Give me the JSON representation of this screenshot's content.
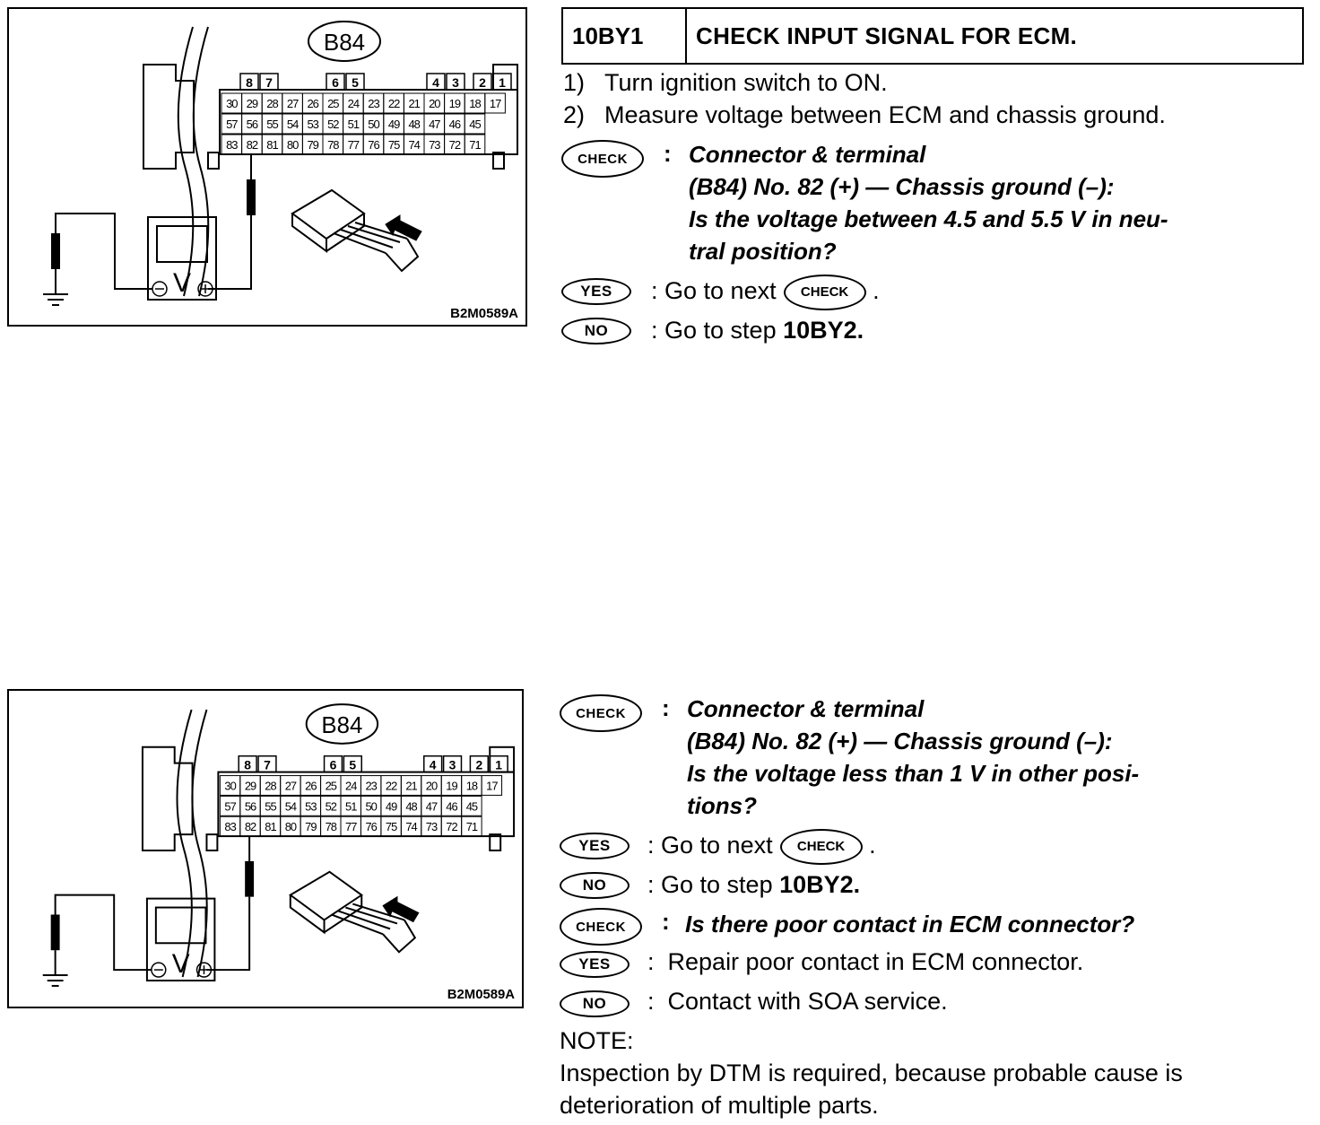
{
  "step": {
    "id": "10BY1",
    "title": "CHECK INPUT SIGNAL FOR ECM."
  },
  "instructions": [
    {
      "num": "1)",
      "text": "Turn ignition switch to ON."
    },
    {
      "num": "2)",
      "text": "Measure voltage between ECM and chassis ground."
    }
  ],
  "figure": {
    "connector_label": "B84",
    "code": "B2M0589A",
    "top_row": [
      "8",
      "7",
      "6",
      "5",
      "4",
      "3",
      "2",
      "1"
    ],
    "row1": [
      "30",
      "29",
      "28",
      "27",
      "26",
      "25",
      "24",
      "23",
      "22",
      "21",
      "20",
      "19",
      "18",
      "17"
    ],
    "row2": [
      "57",
      "56",
      "55",
      "54",
      "53",
      "52",
      "51",
      "50",
      "49",
      "48",
      "47",
      "46",
      "45"
    ],
    "row3": [
      "83",
      "82",
      "81",
      "80",
      "79",
      "78",
      "77",
      "76",
      "75",
      "74",
      "73",
      "72",
      "71"
    ],
    "meter_symbol": "V"
  },
  "badges": {
    "check": "CHECK",
    "yes": "YES",
    "no": "NO"
  },
  "check1": {
    "line1": "Connector & terminal",
    "line2": "(B84) No. 82 (+) — Chassis ground (–):",
    "line3": "Is the voltage between 4.5 and 5.5 V in neu-",
    "line4": "tral position?",
    "yes": "Go to next",
    "no_prefix": "Go to step",
    "no_step": "10BY2."
  },
  "check2": {
    "line1": "Connector & terminal",
    "line2": "(B84) No. 82 (+) — Chassis ground (–):",
    "line3": "Is the voltage less than 1 V in other posi-",
    "line4": "tions?",
    "yes": "Go to next",
    "no_prefix": "Go to step",
    "no_step": "10BY2."
  },
  "check3": {
    "question": "Is there poor contact in ECM connector?",
    "yes": "Repair poor contact in ECM connector.",
    "no": "Contact with SOA service."
  },
  "note": {
    "label": "NOTE:",
    "text": "Inspection by DTM is required, because probable cause is deterioration of multiple parts."
  }
}
